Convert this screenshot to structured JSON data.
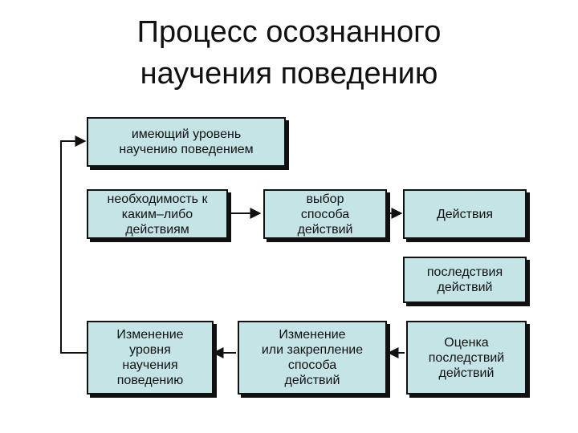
{
  "title": {
    "line1": "Процесс осознанного",
    "line2": "научения поведению"
  },
  "boxes": {
    "current_level": "имеющий уровень\nнаучению поведением",
    "need": "необходимость к\nкаким–либо\nдействиям",
    "choice": "выбор\nспособа\nдействий",
    "actions": "Действия",
    "consequences": "последствия\nдействий",
    "evaluation": "Оценка\nпоследствий\nдействий",
    "change_method": "Изменение\nили закрепление\nспособа\nдействий",
    "change_level": "Изменение\nуровня\nнаучения\nповедению"
  }
}
